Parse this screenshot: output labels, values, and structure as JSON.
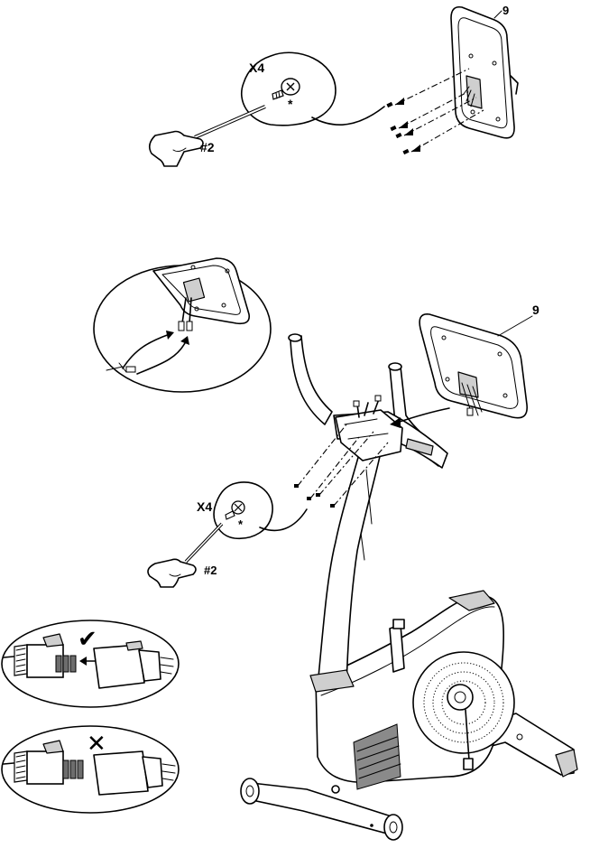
{
  "callouts": {
    "console_top": "9",
    "console_bottom": "9"
  },
  "quantities": {
    "top": "X4",
    "middle": "X4"
  },
  "tools": {
    "top": "#2",
    "middle": "#2"
  },
  "asterisks": {
    "top": "*",
    "middle": "*"
  },
  "status_marks": {
    "correct": "✔",
    "incorrect": "✕"
  }
}
